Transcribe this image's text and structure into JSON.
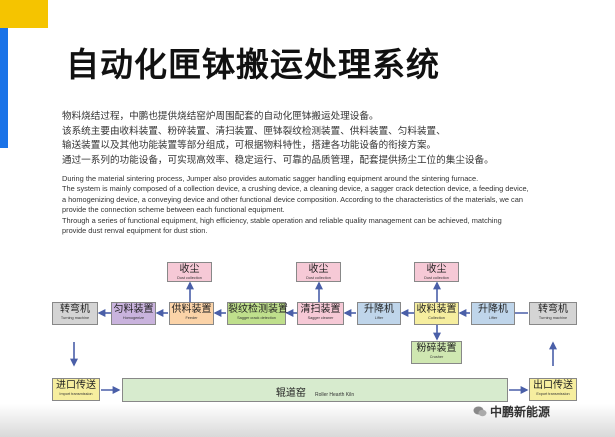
{
  "title": "自动化匣钵搬运处理系统",
  "description_cn": [
    "物料烧结过程，中鹏也提供烧结窑炉周围配套的自动化匣钵搬运处理设备。",
    "该系统主要由收料装置、粉碎装置、清扫装置、匣钵裂纹检测装置、供料装置、匀料装置、",
    "输送装置以及其他功能装置等部分组成，可根据物料特性，搭建各功能设备的衔接方案。",
    "通过一系列的功能设备，可实现高效率、稳定运行、可靠的品质管理，配套提供扬尘工位的集尘设备。"
  ],
  "description_en": [
    "During the material sintering process, Jumper also provides automatic sagger handling equipment around the sintering furnace.",
    "The system is mainly composed of a collection device, a crushing device, a cleaning device, a sagger crack detection device, a feeding device,",
    "a homogenizing device, a conveying device and other functional device composition. According to the characteristics of the materials, we can",
    "provide the connection scheme between each functional equipment.",
    "Through a series of functional equipment, high efficiency, stable operation and reliable quality management can be achieved, matching",
    "provide dust renval equipment for dust stion."
  ],
  "diagram": {
    "turning_left": {
      "cn": "转弯机",
      "en": "Turning machine"
    },
    "homogenize": {
      "cn": "匀料装置",
      "en": "Homogenize"
    },
    "feeder": {
      "cn": "供料装置",
      "en": "Feeder"
    },
    "crack_detect": {
      "cn": "裂纹检测装置",
      "en": "Sagger crack detection"
    },
    "cleaner": {
      "cn": "清扫装置",
      "en": "Sagger cleaner"
    },
    "lifter_mid": {
      "cn": "升降机",
      "en": "Lifter"
    },
    "collection": {
      "cn": "收料装置",
      "en": "Collection"
    },
    "lifter_right": {
      "cn": "升降机",
      "en": "Lifter"
    },
    "turning_right": {
      "cn": "转弯机",
      "en": "Turning machine"
    },
    "dust1": {
      "cn": "收尘",
      "en": "Dust collection"
    },
    "dust2": {
      "cn": "收尘",
      "en": "Dust collection"
    },
    "dust3": {
      "cn": "收尘",
      "en": "Dust collection"
    },
    "crusher": {
      "cn": "粉碎装置",
      "en": "Crusher"
    },
    "import": {
      "cn": "进口传送",
      "en": "Import transmission"
    },
    "kiln": {
      "cn": "辊道窑",
      "en": "Roller Hearth Kiln"
    },
    "export": {
      "cn": "出口传送",
      "en": "Export transmission"
    }
  },
  "watermark": "中鹏新能源",
  "colors": {
    "accent_yellow": "#f5c400",
    "accent_blue": "#1a73e8"
  }
}
